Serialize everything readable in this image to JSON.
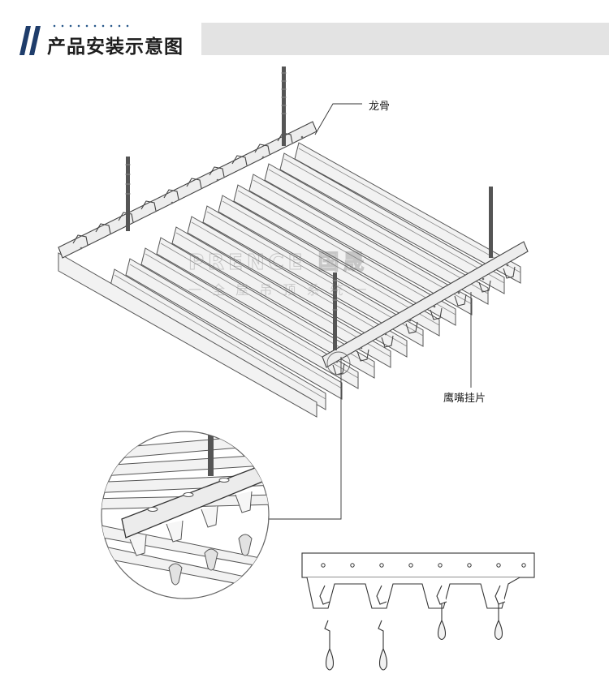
{
  "header": {
    "title": "产品安装示意图"
  },
  "labels": {
    "keel": "龙骨",
    "clip": "鹰嘴挂片"
  },
  "watermark": {
    "brand_en": "PRENCE 国晟",
    "slogan": "一 全 屋 吊 顶 系 统 一"
  }
}
